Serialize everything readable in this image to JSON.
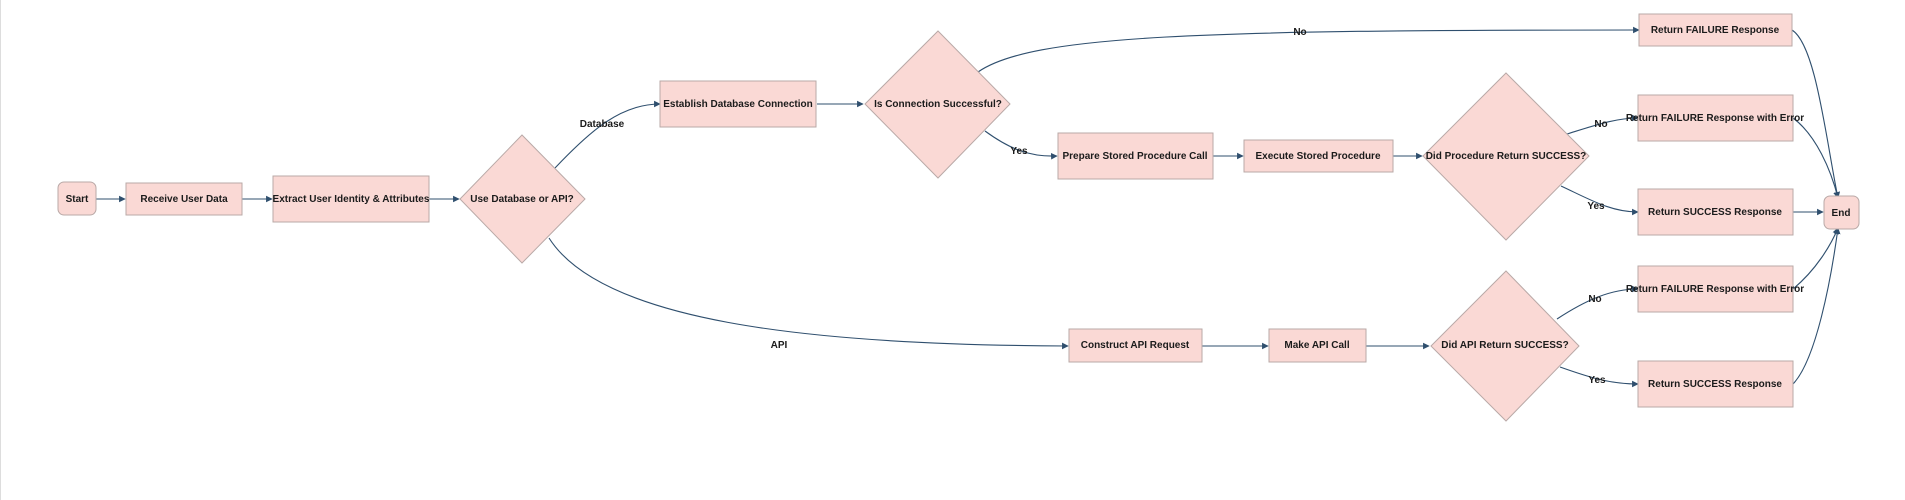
{
  "diagram": {
    "nodes": {
      "start": "Start",
      "receive": "Receive User Data",
      "extract": "Extract User Identity & Attributes",
      "decision_db_api": "Use Database or API?",
      "establish": "Establish Database Connection",
      "conn_ok": "Is Connection Successful?",
      "prepare": "Prepare Stored Procedure Call",
      "execute": "Execute Stored Procedure",
      "proc_ok": "Did Procedure Return SUCCESS?",
      "fail_conn": "Return FAILURE Response",
      "fail_proc": "Return FAILURE Response with Error",
      "success_proc": "Return SUCCESS Response",
      "construct": "Construct API Request",
      "make_call": "Make API Call",
      "api_ok": "Did API Return SUCCESS?",
      "fail_api": "Return FAILURE Response with Error",
      "success_api": "Return SUCCESS Response",
      "end": "End"
    },
    "edge_labels": {
      "database": "Database",
      "api": "API",
      "conn_no": "No",
      "conn_yes": "Yes",
      "proc_no": "No",
      "proc_yes": "Yes",
      "api_no": "No",
      "api_yes": "Yes"
    }
  }
}
